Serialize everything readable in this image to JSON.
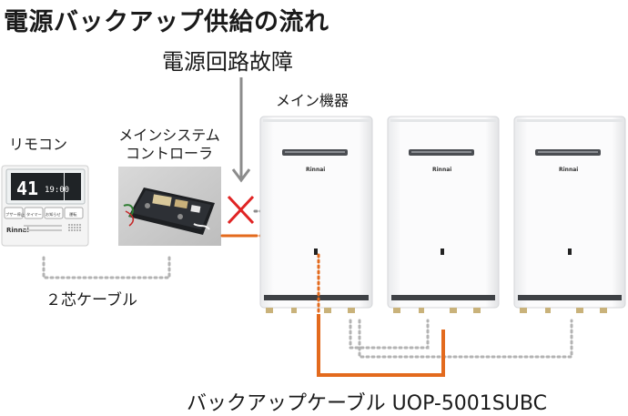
{
  "title": "電源バックアップ供給の流れ",
  "fault_label": "電源回路故障",
  "main_unit_label": "メイン機器",
  "remote": {
    "label": "リモコン",
    "display_big": "41",
    "display_small": "19:00",
    "buttons": [
      "ブザー停止",
      "タイマー",
      "お知らせ",
      "運転"
    ],
    "brand": "Rinnai"
  },
  "controller_label_line1": "メインシステム",
  "controller_label_line2": "コントローラ",
  "two_core_cable_label": "２芯ケーブル",
  "backup_cable_label": "バックアップケーブル UOP-5001SUBC",
  "heater_brand": "Rinnai",
  "colors": {
    "backup_cable": "#e36a1d",
    "dotted_cable": "#b3b3b3",
    "fault_x": "#e02424",
    "arrow": "#888888"
  }
}
